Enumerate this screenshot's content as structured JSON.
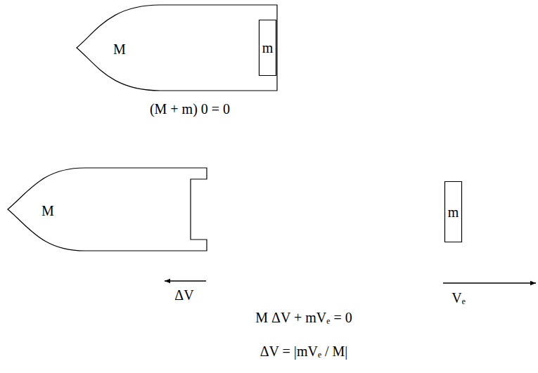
{
  "diagram": {
    "nodes": [
      {
        "text": [
          "M"
        ]
      },
      {
        "text": [
          "m"
        ],
        "in": 0
      },
      {
        "text": [
          "M"
        ]
      },
      {
        "text": [
          "m"
        ]
      }
    ],
    "labels": [
      "(M + m) 0 = 0",
      "ΔV",
      "Vₑ",
      "M ΔV + mVₑ = 0",
      "ΔV = |mVₑ / M|"
    ]
  }
}
